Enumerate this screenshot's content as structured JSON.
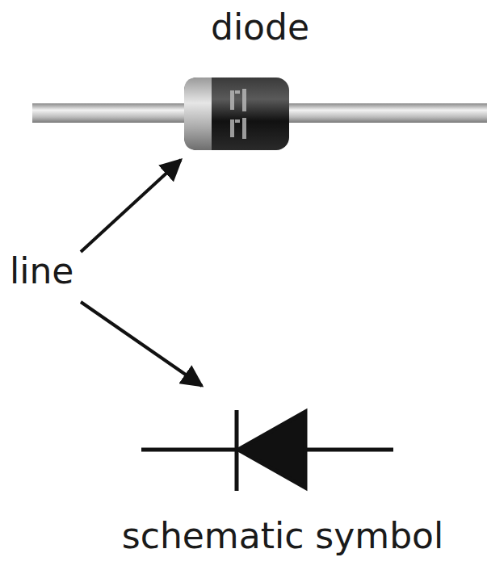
{
  "diagram": {
    "labels": [
      "diode",
      "line",
      "schematic symbol"
    ]
  }
}
